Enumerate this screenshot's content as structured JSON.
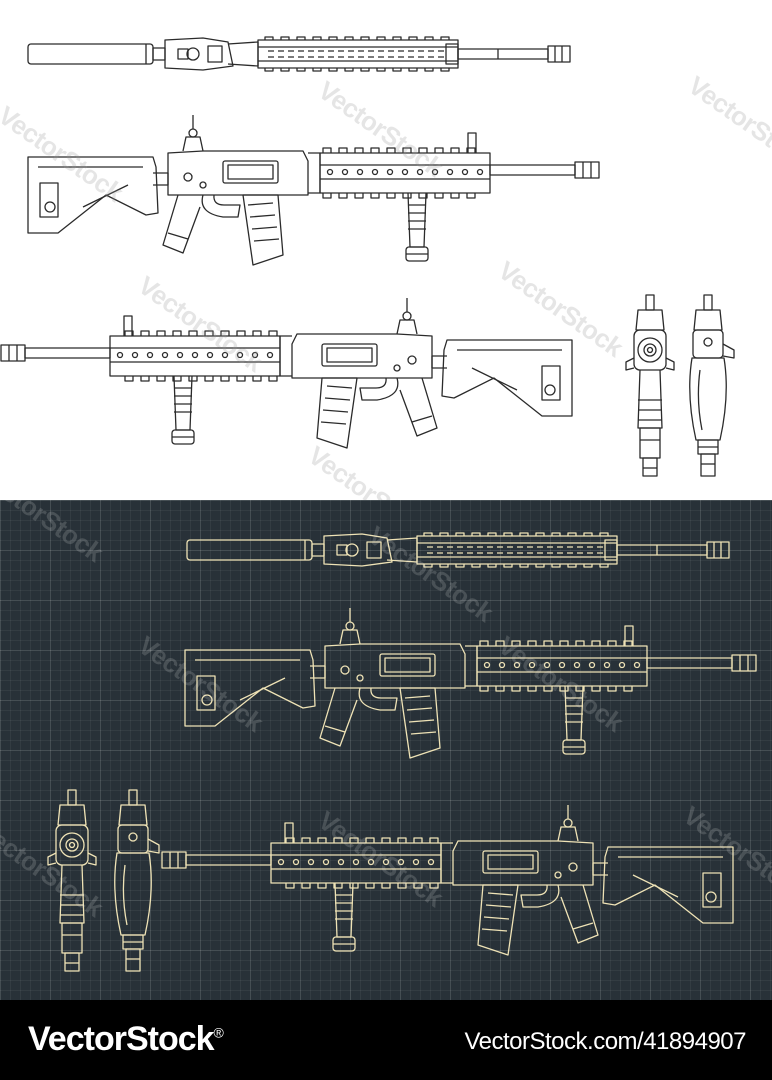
{
  "watermark": {
    "text": "VectorStock"
  },
  "footer": {
    "logo": "VectorStock",
    "registered": "®",
    "url": "VectorStock.com/41894907"
  },
  "colors": {
    "light_bg": "#ffffff",
    "light_line": "#2b2b2b",
    "dark_bg": "#283138",
    "dark_line": "#efe3b6",
    "footer_bg": "#000000"
  },
  "drawings": [
    {
      "panel": "light",
      "view": "top"
    },
    {
      "panel": "light",
      "view": "left-side"
    },
    {
      "panel": "light",
      "view": "right-side"
    },
    {
      "panel": "light",
      "view": "front"
    },
    {
      "panel": "light",
      "view": "rear"
    },
    {
      "panel": "dark",
      "view": "top"
    },
    {
      "panel": "dark",
      "view": "left-side"
    },
    {
      "panel": "dark",
      "view": "front"
    },
    {
      "panel": "dark",
      "view": "rear"
    },
    {
      "panel": "dark",
      "view": "right-side"
    }
  ]
}
